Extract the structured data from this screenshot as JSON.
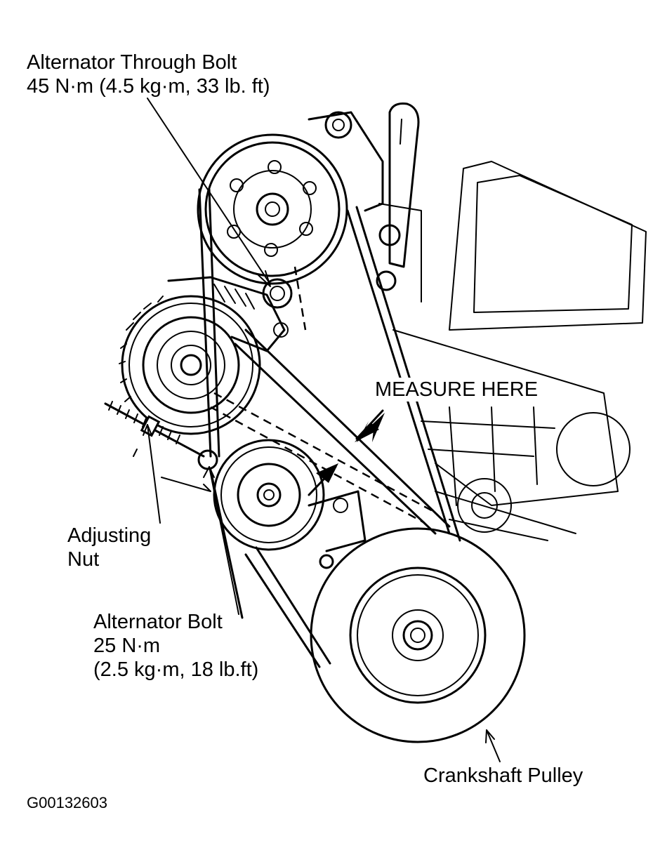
{
  "labels": {
    "through_bolt": {
      "line1": "Alternator Through Bolt",
      "line2": "45 N·m (4.5 kg·m, 33 lb. ft)"
    },
    "measure": "MEASURE HERE",
    "adjusting_nut": {
      "line1": "Adjusting",
      "line2": "Nut"
    },
    "alternator_bolt": {
      "line1": "Alternator Bolt",
      "line2": "25 N·m",
      "line3": "(2.5 kg·m, 18 lb.ft)"
    },
    "crankshaft": "Crankshaft Pulley"
  },
  "figure_code": "G00132603",
  "colors": {
    "ink": "#000000",
    "background": "#ffffff"
  }
}
